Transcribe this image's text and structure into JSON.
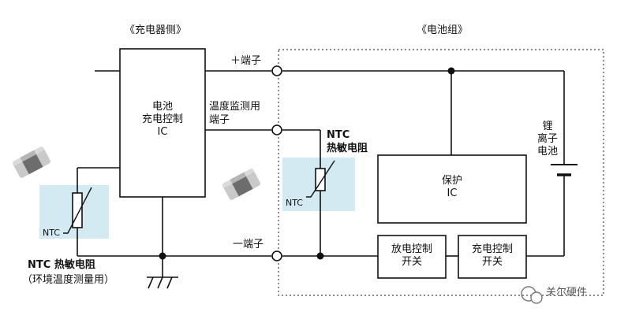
{
  "headings": {
    "charger_side": "《充电器侧》",
    "battery_pack": "《电池组》"
  },
  "charger_ic": {
    "line1": "电池",
    "line2": "充电控制",
    "line3": "IC"
  },
  "terminals": {
    "positive": "＋端子",
    "temp_line1": "温度监测用",
    "temp_line2": "端子",
    "negative": "一端子"
  },
  "ntc_battery": {
    "line1": "NTC",
    "line2": "热敏电阻",
    "tag": "NTC"
  },
  "ntc_charger": {
    "tag": "NTC",
    "caption1": "NTC 热敏电阻",
    "caption2": "（环境温度测量用）"
  },
  "cell": {
    "line1": "锂",
    "line2": "离子",
    "line3": "电池"
  },
  "protect_ic": {
    "line1": "保护",
    "line2": "IC"
  },
  "switches": {
    "discharge_line1": "放电控制",
    "discharge_line2": "开关",
    "charge_line1": "充电控制",
    "charge_line2": "开关"
  },
  "watermark": "关尔硬件",
  "colors": {
    "line": "#111111",
    "ntc_bg": "#d4eaf2",
    "chip_dark": "#6d6d6d",
    "chip_light": "#c9c9c9"
  }
}
